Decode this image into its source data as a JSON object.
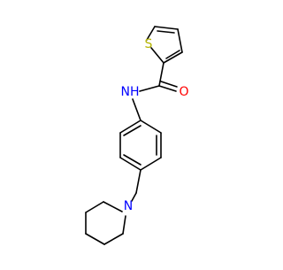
{
  "molecule": {
    "atom_labels": {
      "sulfur": "S",
      "oxygen": "O",
      "amide_nh": "NH",
      "piperidine_n": "N"
    },
    "colors": {
      "bond": "#000000",
      "sulfur": "#b3b300",
      "oxygen": "#ff0000",
      "nitrogen": "#0000ff",
      "background": "#ffffff"
    }
  }
}
